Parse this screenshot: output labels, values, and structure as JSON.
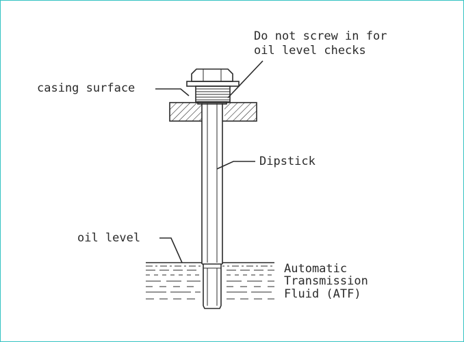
{
  "labels": {
    "warning_line1": "Do not screw in for",
    "warning_line2": "oil level checks",
    "casing_surface": "casing surface",
    "dipstick": "Dipstick",
    "oil_level": "oil level",
    "fluid_line1": "Automatic",
    "fluid_line2": "Transmission",
    "fluid_line3": "Fluid (ATF)"
  },
  "colors": {
    "frame_border": "#33c2c2",
    "ink": "#2a2a2a"
  }
}
